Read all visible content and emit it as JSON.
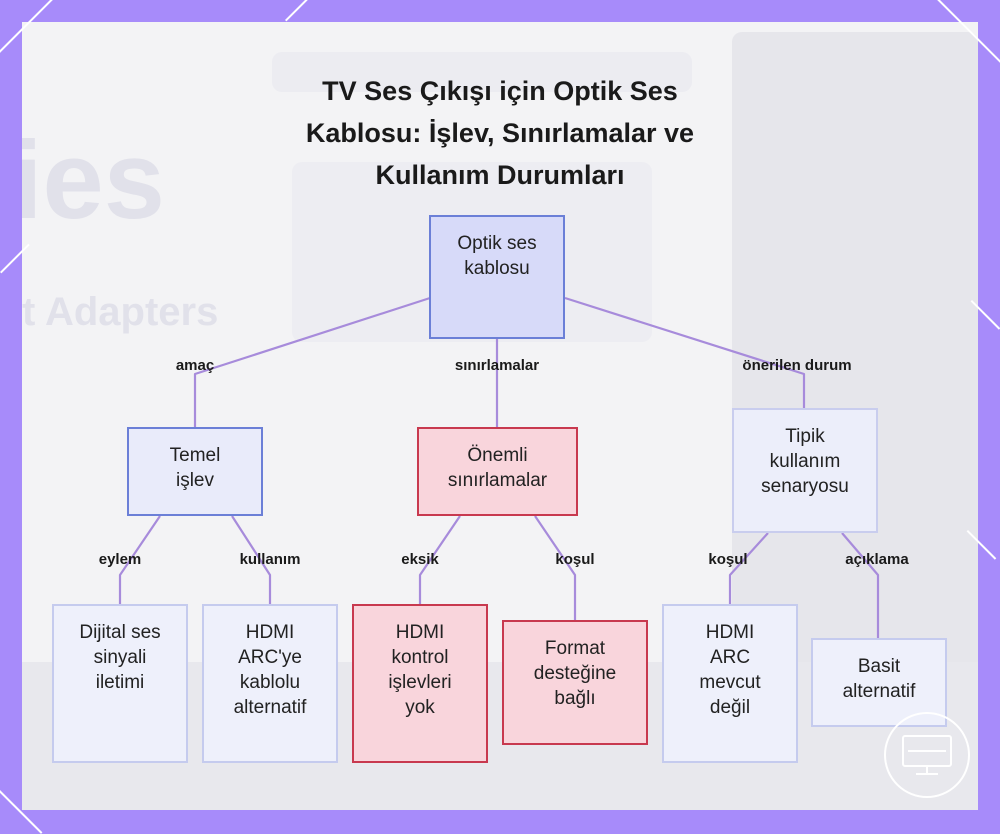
{
  "title_lines": [
    "TV Ses Çıkışı için Optik Ses",
    "Kablosu: İşlev, Sınırlamalar ve",
    "Kullanım Durumları"
  ],
  "colors": {
    "frame": "#a78bfa",
    "edge": "#a78bdb",
    "blue_border": "#6b7fd7",
    "red_border": "#c8394f"
  },
  "nodes": {
    "root": {
      "label": "Optik ses kablosu"
    },
    "temel": {
      "label": "Temel işlev"
    },
    "onemli": {
      "label": "Önemli sınırlamalar"
    },
    "tipik": {
      "label": "Tipik kullanım senaryosu"
    },
    "dijital": {
      "label": "Dijital ses sinyali iletimi"
    },
    "hdmi_arc_alt": {
      "label": "HDMI ARC'ye kablolu alternatif"
    },
    "hdmi_kontrol": {
      "label": "HDMI kontrol işlevleri yok"
    },
    "format": {
      "label": "Format desteğine bağlı"
    },
    "hdmi_arc_yok": {
      "label": "HDMI ARC mevcut değil"
    },
    "basit": {
      "label": "Basit alternatif"
    }
  },
  "edge_labels": {
    "amac": "amaç",
    "sinirlamalar": "sınırlamalar",
    "onerilen": "önerilen durum",
    "eylem": "eylem",
    "kullanim": "kullanım",
    "eksik": "eksik",
    "kosul1": "koşul",
    "kosul2": "koşul",
    "aciklama": "açıklama"
  },
  "background_text": {
    "big": "ies",
    "sub": "t Adapters"
  },
  "icons": {
    "logo": "monitor-logo-icon"
  }
}
